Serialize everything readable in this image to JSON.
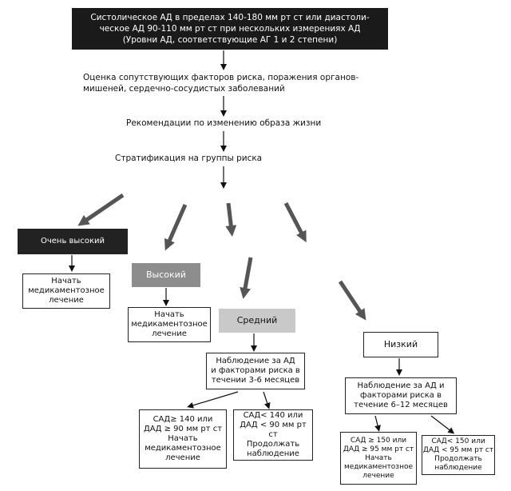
{
  "top_box": {
    "lines": [
      "Систолическое АД в пределах 140-180 мм рт ст или диастоли-",
      "ческое АД 90-110 мм рт ст при нескольких измерениях АД",
      "(Уровни АД, соответствующие АГ 1 и 2 степени)"
    ]
  },
  "steps": {
    "assessment": [
      "Оценка сопутствующих факторов риска, поражения органов-",
      "мишеней, сердечно-сосудистых заболеваний"
    ],
    "lifestyle": "Рекомендации по изменению образа жизни",
    "stratification": "Стратификация на группы риска"
  },
  "risk_groups": {
    "very_high": {
      "label": "Очень высокий",
      "action": [
        "Начать",
        "медикаментозное",
        "лечение"
      ]
    },
    "high": {
      "label": "Высокий",
      "action": [
        "Начать",
        "медикаментозное",
        "лечение"
      ]
    },
    "medium": {
      "label": "Средний",
      "observe": [
        "Наблюдение за АД",
        "и факторами риска в",
        "течении 3-6 месяцев"
      ],
      "branch_treat": [
        "САД≥ 140 или",
        "ДАД ≥ 90 мм рт ст",
        "Начать",
        "медикаментозное",
        "лечение"
      ],
      "branch_observe": [
        "САД< 140 или",
        "ДАД < 90 мм рт ст",
        "Продолжать",
        "наблюдение"
      ]
    },
    "low": {
      "label": "Низкий",
      "observe": [
        "Наблюдение за АД и",
        "факторами риска в",
        "течение 6–12 месяцев"
      ],
      "branch_treat": [
        "САД ≥ 150 или",
        "ДАД ≥ 95 мм рт ст",
        "Начать",
        "медикаментозное",
        "лечение"
      ],
      "branch_observe": [
        "САД< 150 или",
        "ДАД < 95 мм рт ст",
        "Продолжать",
        "наблюдение"
      ]
    }
  }
}
